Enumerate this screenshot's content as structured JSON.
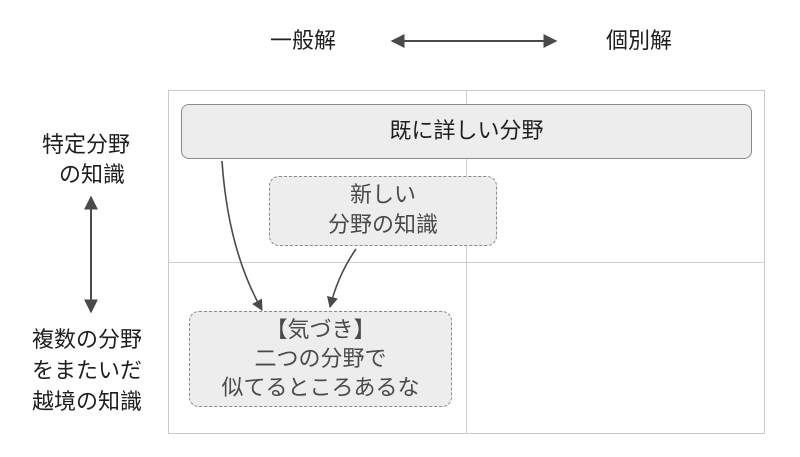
{
  "axis": {
    "x_left": "一般解",
    "x_right": "個別解",
    "y_top": [
      "特定分野",
      "の知識"
    ],
    "y_bottom": [
      "複数の分野",
      "をまたいだ",
      "越境の知識"
    ]
  },
  "boxes": {
    "existing": "既に詳しい分野",
    "new": [
      "新しい",
      "分野の知識"
    ],
    "insight": [
      "【気づき】",
      "二つの分野で",
      "似てるところあるな"
    ]
  }
}
